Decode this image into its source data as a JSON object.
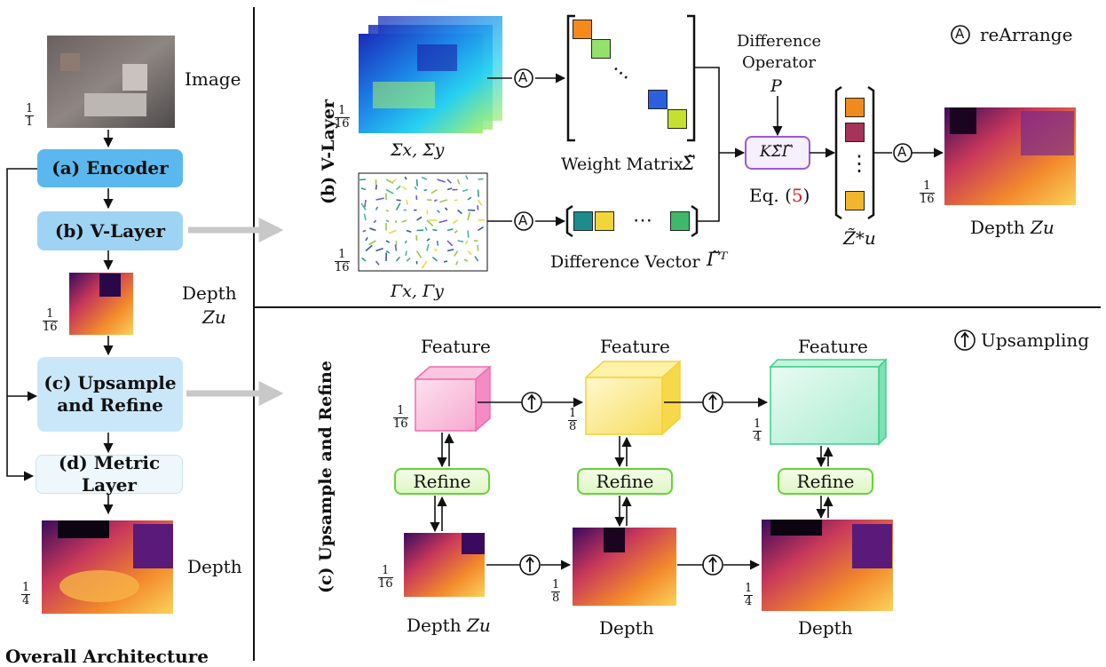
{
  "left_panel": {
    "image_label": "Image",
    "image_scale": {
      "num": "1",
      "den": "1"
    },
    "encoder": "(a) Encoder",
    "vlayer": "(b) V-Layer",
    "depth_label": "Depth",
    "depth_var": "Zu",
    "depth_scale": {
      "num": "1",
      "den": "16"
    },
    "upsample_line1": "(c) Upsample",
    "upsample_line2": "and Refine",
    "metric": "(d) Metric Layer",
    "final_depth_label": "Depth",
    "final_scale": {
      "num": "1",
      "den": "4"
    },
    "footer": "Overall Architecture"
  },
  "vlayer_panel": {
    "title": "(b) V-Layer",
    "sigma_label": "Σx, Σy",
    "gamma_label": "Γx, Γy",
    "sigma_scale": {
      "num": "1",
      "den": "16"
    },
    "gamma_scale": {
      "num": "1",
      "den": "16"
    },
    "rearrange_symbol": "A",
    "weight_matrix_label": "Weight Matrix",
    "weight_matrix_symbol": "Σ̃",
    "difference_vector_label": "Difference Vector",
    "difference_vector_symbol": "Γ̃ᵀ",
    "diff_op_line1": "Difference",
    "diff_op_line2": "Operator",
    "diff_op_var": "P",
    "kernel_label": "KΣ̃Γ̃",
    "eq_prefix": "Eq. (",
    "eq_number": "5",
    "eq_suffix": ")",
    "zstar_label": "Z̃*u",
    "depth_out_label": "Depth",
    "depth_out_var": "Zu",
    "depth_out_scale": {
      "num": "1",
      "den": "16"
    },
    "legend_rearrange": "reArrange",
    "dots": "⋯",
    "vdots": "⋮"
  },
  "refine_panel": {
    "title": "(c) Upsample and Refine",
    "legend_upsampling": "Upsampling",
    "feature_label": "Feature",
    "refine_label": "Refine",
    "scales_top": [
      {
        "num": "1",
        "den": "16"
      },
      {
        "num": "1",
        "den": "8"
      },
      {
        "num": "1",
        "den": "4"
      }
    ],
    "scales_bottom": [
      {
        "num": "1",
        "den": "16"
      },
      {
        "num": "1",
        "den": "8"
      },
      {
        "num": "1",
        "den": "4"
      }
    ],
    "depth_labels": [
      "Depth",
      "Depth",
      "Depth"
    ],
    "depth_first_var": "Zu"
  },
  "colors": {
    "encoder": "#5bb8ee",
    "vlayer": "#9fd3f3",
    "upsample": "#c9e7f9",
    "metric": "#eef7fb",
    "kernel_border": "#9b59d6",
    "refine_border": "#66d23a",
    "feature_16": "#f06db3",
    "feature_8": "#f3d235",
    "feature_4": "#3ccf8c",
    "eq_red": "#d32020",
    "matrix_squares": [
      "#f38a1b",
      "#93e06a",
      "#2a5fe0",
      "#c6e032"
    ],
    "vector_squares": [
      "#1e8c8c",
      "#f1d63a",
      "#3fb86a"
    ],
    "zstar_squares": [
      "#f08a1c",
      "#a6335a",
      "#f1b52e"
    ]
  }
}
